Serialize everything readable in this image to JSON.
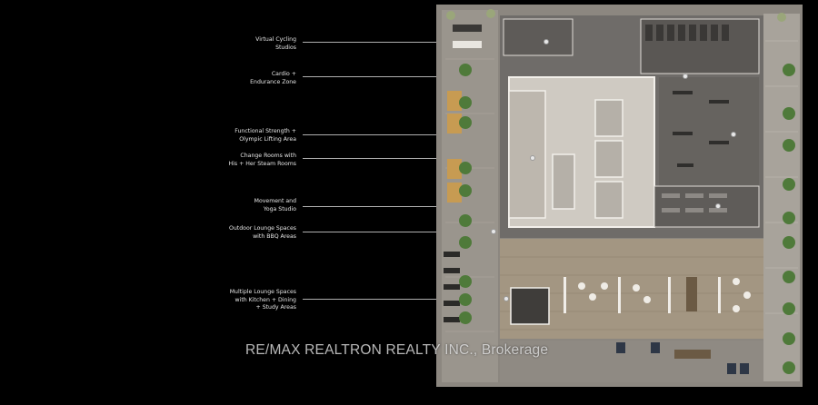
{
  "amenities": [
    {
      "label": "Virtual Cycling\nStudios"
    },
    {
      "label": "Cardio +\nEndurance Zone"
    },
    {
      "label": "Functional Strength +\nOlympic Lifting Area"
    },
    {
      "label": "Change Rooms with\nHis + Her Steam Rooms"
    },
    {
      "label": "Movement and\nYoga Studio"
    },
    {
      "label": "Outdoor Lounge Spaces\nwith BBQ Areas"
    },
    {
      "label": "Multiple Lounge Spaces\nwith Kitchen + Dining\n+ Study Areas"
    }
  ],
  "watermark": "RE/MAX REALTRON REALTY INC., Brokerage",
  "colors": {
    "background": "#000000",
    "label_text": "#e6e6e6",
    "gym_floor": "#6f6c69",
    "lounge_floor": "#a39682",
    "terrace": "#8f8a83",
    "greenery": "#4f7a3a"
  }
}
